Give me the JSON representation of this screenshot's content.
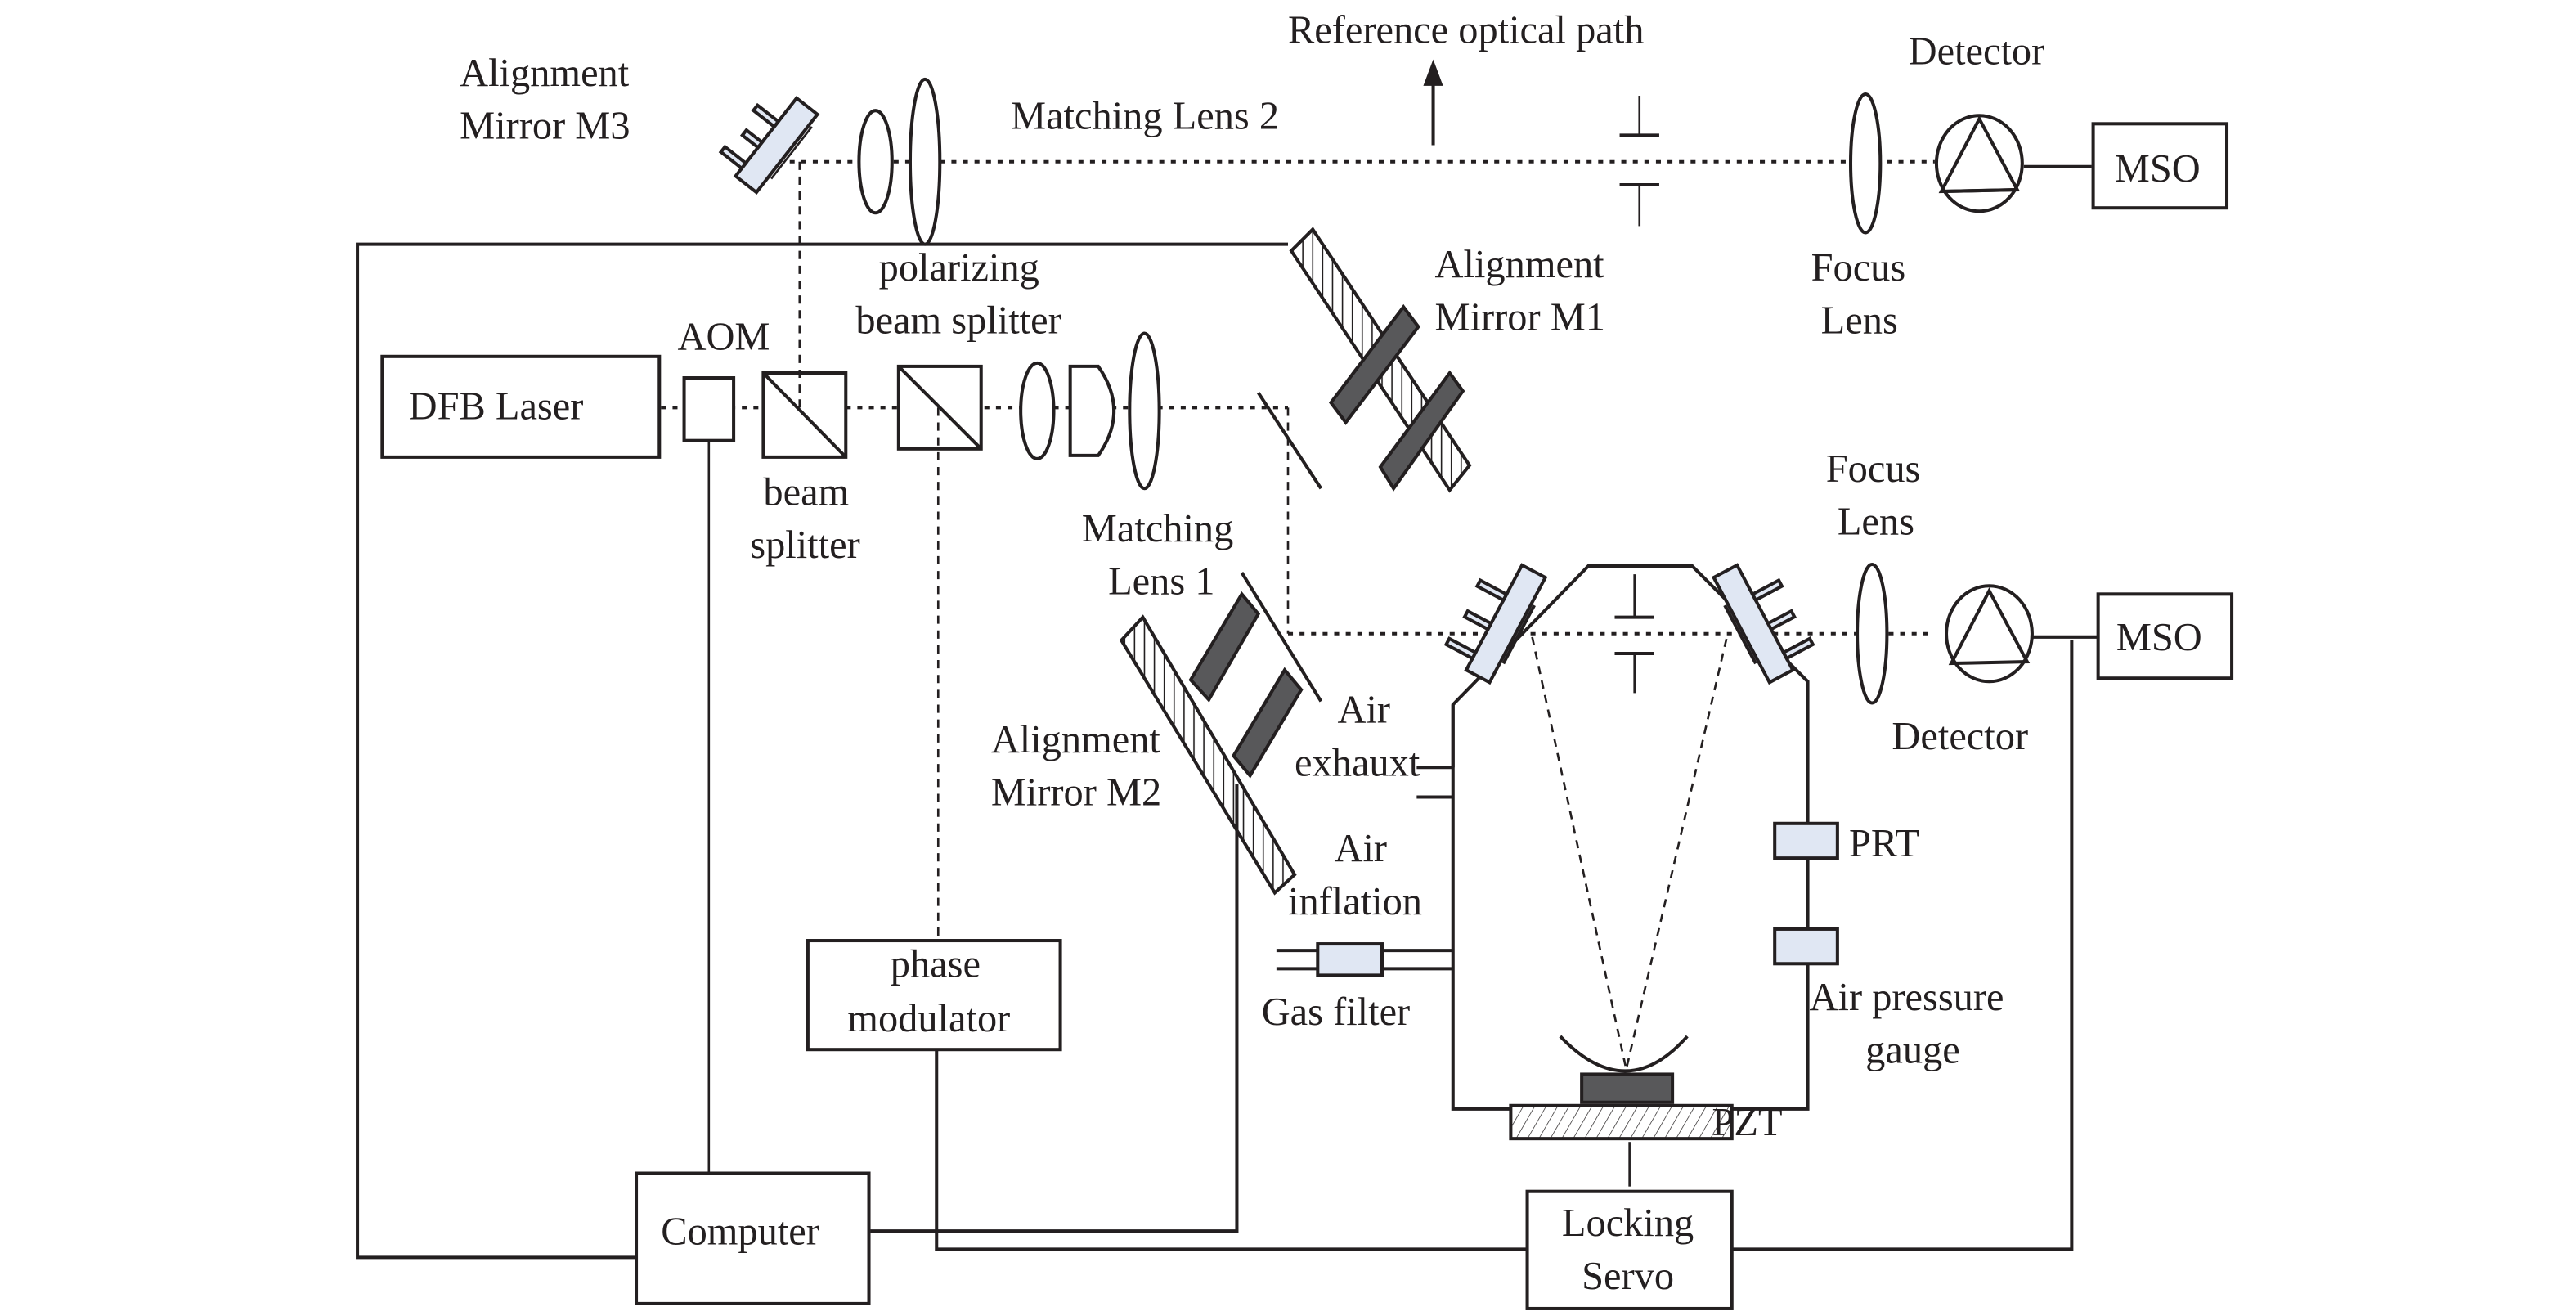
{
  "figure": {
    "title": "Optical cavity gas refractometry / frequency locking setup"
  },
  "labels": {
    "reference_path": "Reference optical path",
    "matching_lens_2": "Matching Lens 2",
    "alignment_mirror_m3": [
      "Alignment",
      "Mirror M3"
    ],
    "detector_top": "Detector",
    "mso_top": "MSO",
    "focus_lens_top": [
      "Focus",
      "Lens"
    ],
    "alignment_mirror_m1": [
      "Alignment",
      "Mirror M1"
    ],
    "polarizing_beam_splitter": [
      "polarizing",
      "beam splitter"
    ],
    "aom": "AOM",
    "dfb_laser": "DFB Laser",
    "beam_splitter": [
      "beam",
      "splitter"
    ],
    "matching_lens_1": [
      "Matching",
      "Lens 1"
    ],
    "focus_lens_bottom": [
      "Focus",
      "Lens"
    ],
    "mso_bottom": "MSO",
    "detector_bottom": "Detector",
    "alignment_mirror_m2": [
      "Alignment",
      "Mirror M2"
    ],
    "air_exhaust": [
      "Air",
      "exhauxt"
    ],
    "air_inflation": [
      "Air",
      "inflation"
    ],
    "gas_filter": "Gas filter",
    "prt": "PRT",
    "air_pressure_gauge": [
      "Air pressure",
      "gauge"
    ],
    "pzt": "PZT",
    "phase_modulator": [
      "phase",
      "modulator"
    ],
    "computer": "Computer",
    "locking_servo": [
      "Locking",
      "Servo"
    ]
  },
  "colors": {
    "ink": "#231f20",
    "component_fill": "#e0e7f3",
    "pzt_fill": "#58585a"
  }
}
